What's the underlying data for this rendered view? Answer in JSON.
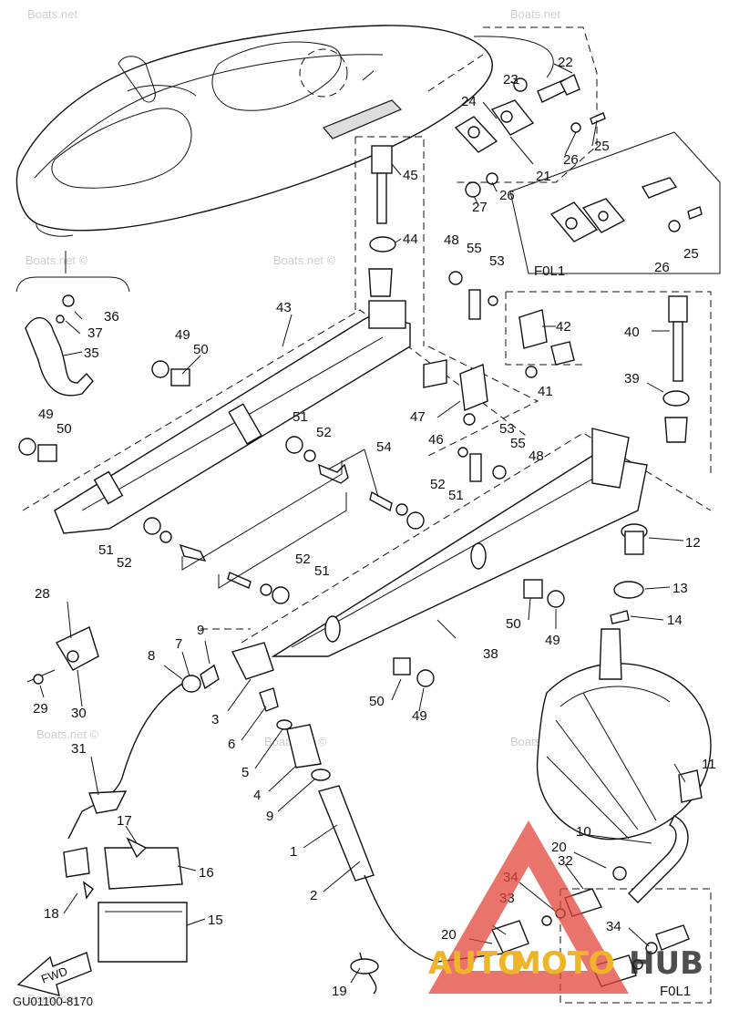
{
  "watermarks": [
    "Boats.net",
    "Boats.net",
    "Boats.net ©",
    "Boats.net ©",
    "Boats.net ©",
    "Boats.net ©",
    "Boats.net ©",
    "Boats.net"
  ],
  "callouts": [
    "1",
    "2",
    "3",
    "4",
    "5",
    "6",
    "7",
    "8",
    "9",
    "9",
    "10",
    "11",
    "12",
    "13",
    "14",
    "15",
    "16",
    "17",
    "18",
    "19",
    "20",
    "20",
    "21",
    "22",
    "23",
    "24",
    "25",
    "25",
    "26",
    "26",
    "26",
    "27",
    "28",
    "29",
    "30",
    "31",
    "32",
    "33",
    "34",
    "34",
    "35",
    "36",
    "37",
    "38",
    "39",
    "40",
    "41",
    "42",
    "43",
    "44",
    "45",
    "46",
    "47",
    "48",
    "48",
    "49",
    "49",
    "49",
    "49",
    "50",
    "50",
    "50",
    "50",
    "51",
    "51",
    "51",
    "51",
    "52",
    "52",
    "52",
    "52",
    "53",
    "53",
    "54",
    "55",
    "55"
  ],
  "fol_labels": [
    "F0L1",
    "F0L1"
  ],
  "fwd_label": "FWD",
  "drawing_code": "GU01100-8170",
  "brand": {
    "left": "AUTO",
    "right": "MOTO",
    "suffix": "HUB",
    "accent": "#f0b429",
    "mark_color": "#e0463b"
  }
}
